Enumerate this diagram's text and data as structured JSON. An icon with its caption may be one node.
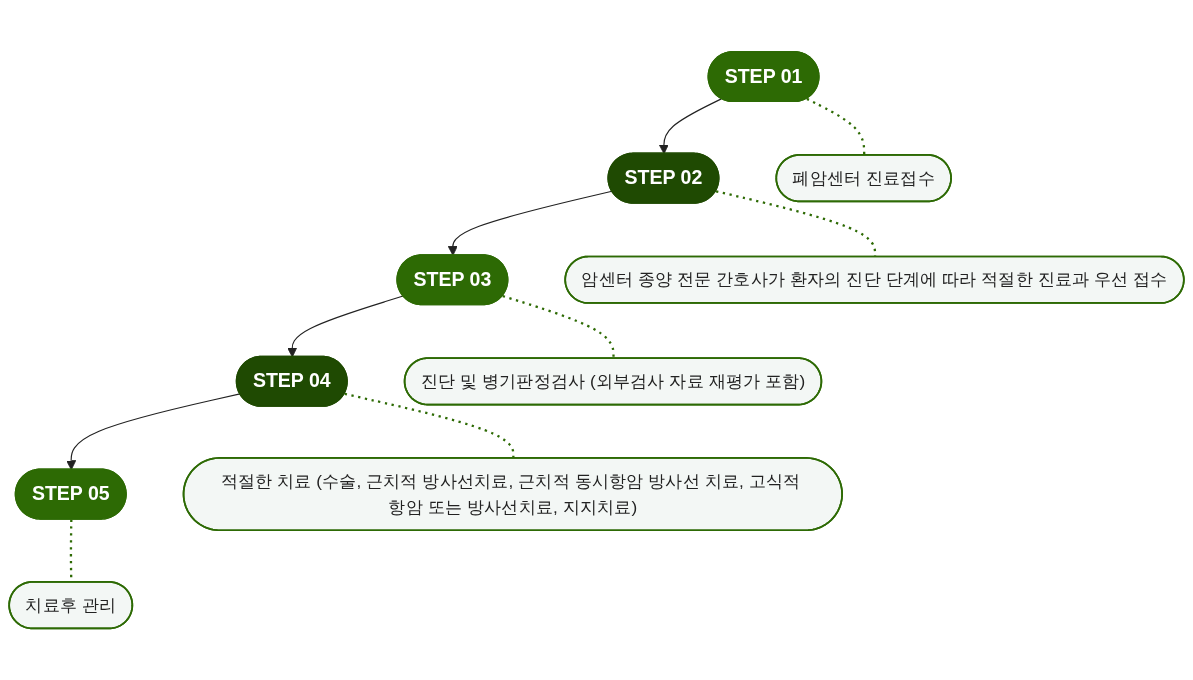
{
  "diagram": {
    "nodes": [
      {
        "text": [
          "STEP 01"
        ]
      },
      {
        "text": [
          "폐암센터 진료접수"
        ]
      },
      {
        "text": [
          "STEP 02"
        ]
      },
      {
        "text": [
          "암센터 종양 전문 간호사가 환자의 진단 단계에 따라 적절한 진료과 우선 접수"
        ]
      },
      {
        "text": [
          "STEP 03"
        ]
      },
      {
        "text": [
          "진단 및 병기판정검사 (외부검사 자료 재평가 포함)"
        ]
      },
      {
        "text": [
          "STEP 04"
        ]
      },
      {
        "text": [
          "적절한 치료 (수술, 근치적 방사선치료, 근치적 동시항암 방사선 치료, 고식적 항암 또는 방사선치료, 지지치료)"
        ]
      },
      {
        "text": [
          "STEP 05"
        ]
      },
      {
        "text": [
          "치료후 관리"
        ]
      }
    ],
    "edges": [
      {
        "from": 0,
        "to": 1,
        "arrow": "none",
        "style": "dashed"
      },
      {
        "from": 0,
        "to": 2,
        "arrow": "to",
        "color": "#222222"
      },
      {
        "from": 2,
        "to": 3,
        "arrow": "none",
        "style": "dashed"
      },
      {
        "from": 2,
        "to": 4,
        "arrow": "to",
        "color": "#222222"
      },
      {
        "from": 4,
        "to": 5,
        "arrow": "none",
        "style": "dashed"
      },
      {
        "from": 4,
        "to": 6,
        "arrow": "to",
        "color": "#222222"
      },
      {
        "from": 6,
        "to": 7,
        "arrow": "none",
        "style": "dashed"
      },
      {
        "from": 6,
        "to": 8,
        "arrow": "to",
        "color": "#222222"
      },
      {
        "from": 8,
        "to": 9,
        "arrow": "none",
        "style": "dashed"
      }
    ]
  }
}
